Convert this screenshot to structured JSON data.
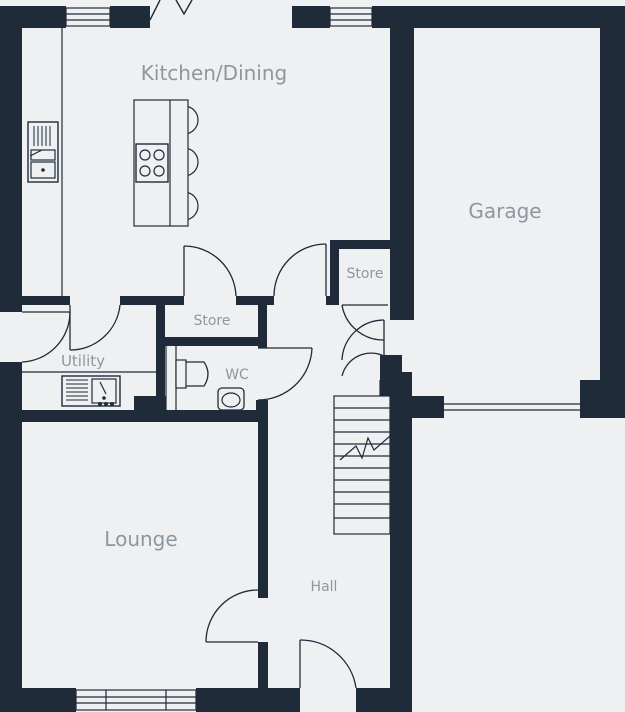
{
  "rooms": {
    "kitchen_dining": "Kitchen/Dining",
    "garage": "Garage",
    "store_upper": "Store",
    "store_lower": "Store",
    "utility": "Utility",
    "wc": "WC",
    "lounge": "Lounge",
    "hall": "Hall"
  },
  "colors": {
    "wall": "#1f2b38",
    "floor": "#eef0f2",
    "label": "#8d979f",
    "fixture": "#1f2b38"
  }
}
